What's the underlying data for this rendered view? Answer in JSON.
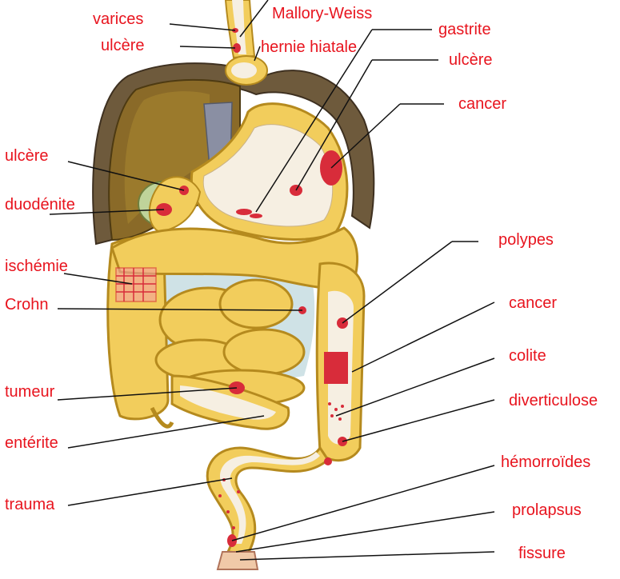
{
  "colors": {
    "label": "#e8141e",
    "leader": "#111111",
    "liver": "#8a6a28",
    "liver_light": "#a7862f",
    "bowel": "#f2cd5c",
    "bowel_edge": "#b58a1e",
    "lumen": "#f6efe2",
    "diaphragm": "#6e5a3c",
    "lesion": "#d82c3a",
    "blue": "#cfe2e6",
    "vessel": "#8a8fa3"
  },
  "labels": {
    "varices": "varices",
    "ulcere_eso": "ulcère",
    "mallory": "Mallory-Weiss",
    "hernie": "hernie hiatale",
    "gastrite": "gastrite",
    "ulcere_gastric": "ulcère",
    "cancer_gastric": "cancer",
    "ulcere_duo": "ulcère",
    "duodenite": "duodénite",
    "ischemie": "ischémie",
    "crohn": "Crohn",
    "tumeur": "tumeur",
    "enterite": "entérite",
    "trauma": "trauma",
    "polypes": "polypes",
    "cancer_colon": "cancer",
    "colite": "colite",
    "diverticulose": "diverticulose",
    "hemorroides": "hémorroïdes",
    "prolapsus": "prolapsus",
    "fissure": "fissure"
  }
}
